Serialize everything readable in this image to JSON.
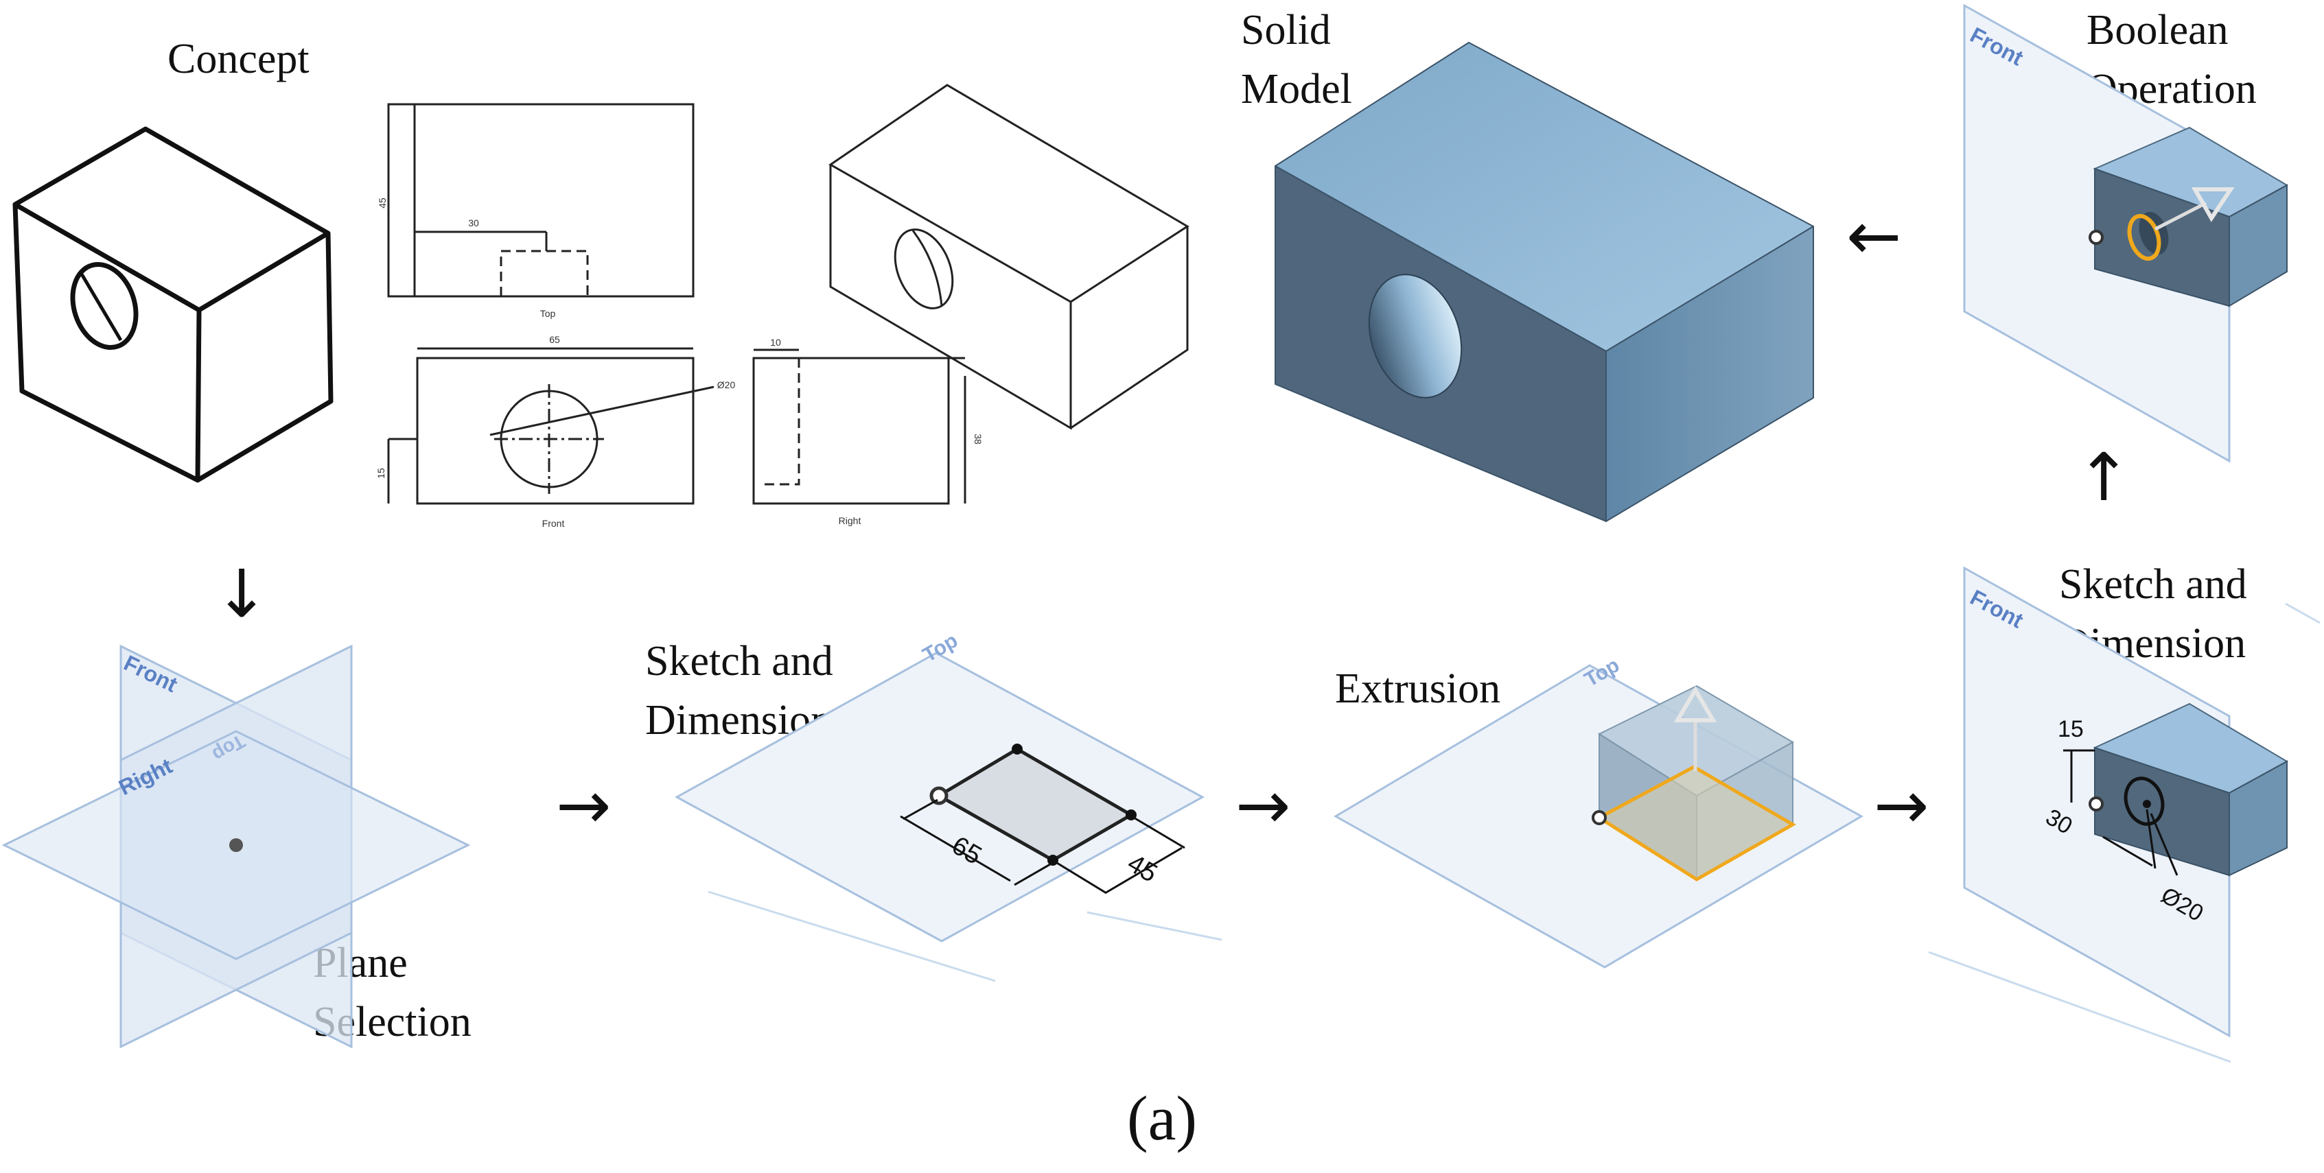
{
  "stages": {
    "concept": {
      "label": "Concept"
    },
    "solid_model": {
      "line1": "Solid",
      "line2": "Model"
    },
    "boolean": {
      "line1": "Boolean",
      "line2": "Operation"
    },
    "plane_selection": {
      "line1": "Plane",
      "line2": "Selection"
    },
    "sketch1": {
      "line1": "Sketch and",
      "line2": "Dimension"
    },
    "extrusion": {
      "label": "Extrusion"
    },
    "sketch2": {
      "line1": "Sketch and",
      "line2": "Dimension"
    }
  },
  "drawing_views": {
    "top": "Top",
    "front": "Front",
    "right": "Right",
    "dims": {
      "top_h": "45",
      "top_w": "30",
      "front_w": "65",
      "front_dia": "Ø20",
      "front_h": "15",
      "right_w": "10",
      "right_h": "38"
    }
  },
  "plane_names": {
    "front": "Front",
    "top": "Top",
    "right": "Right"
  },
  "sketch_dims": {
    "length": "65",
    "width": "45",
    "offset_v": "15",
    "offset_h": "30",
    "diameter": "Ø20"
  },
  "arrows": {
    "down": "↓",
    "right": "→",
    "up": "↑",
    "left": "←"
  },
  "colors": {
    "plane_fill": "#dbe6f3",
    "plane_stroke": "#a7c0de",
    "plane_text": "#5a80c4",
    "solid_top": "#8db4d3",
    "solid_front": "#4f667c",
    "solid_side": "#6e93b0",
    "highlight": "#f0a81c"
  },
  "caption": "(a)"
}
